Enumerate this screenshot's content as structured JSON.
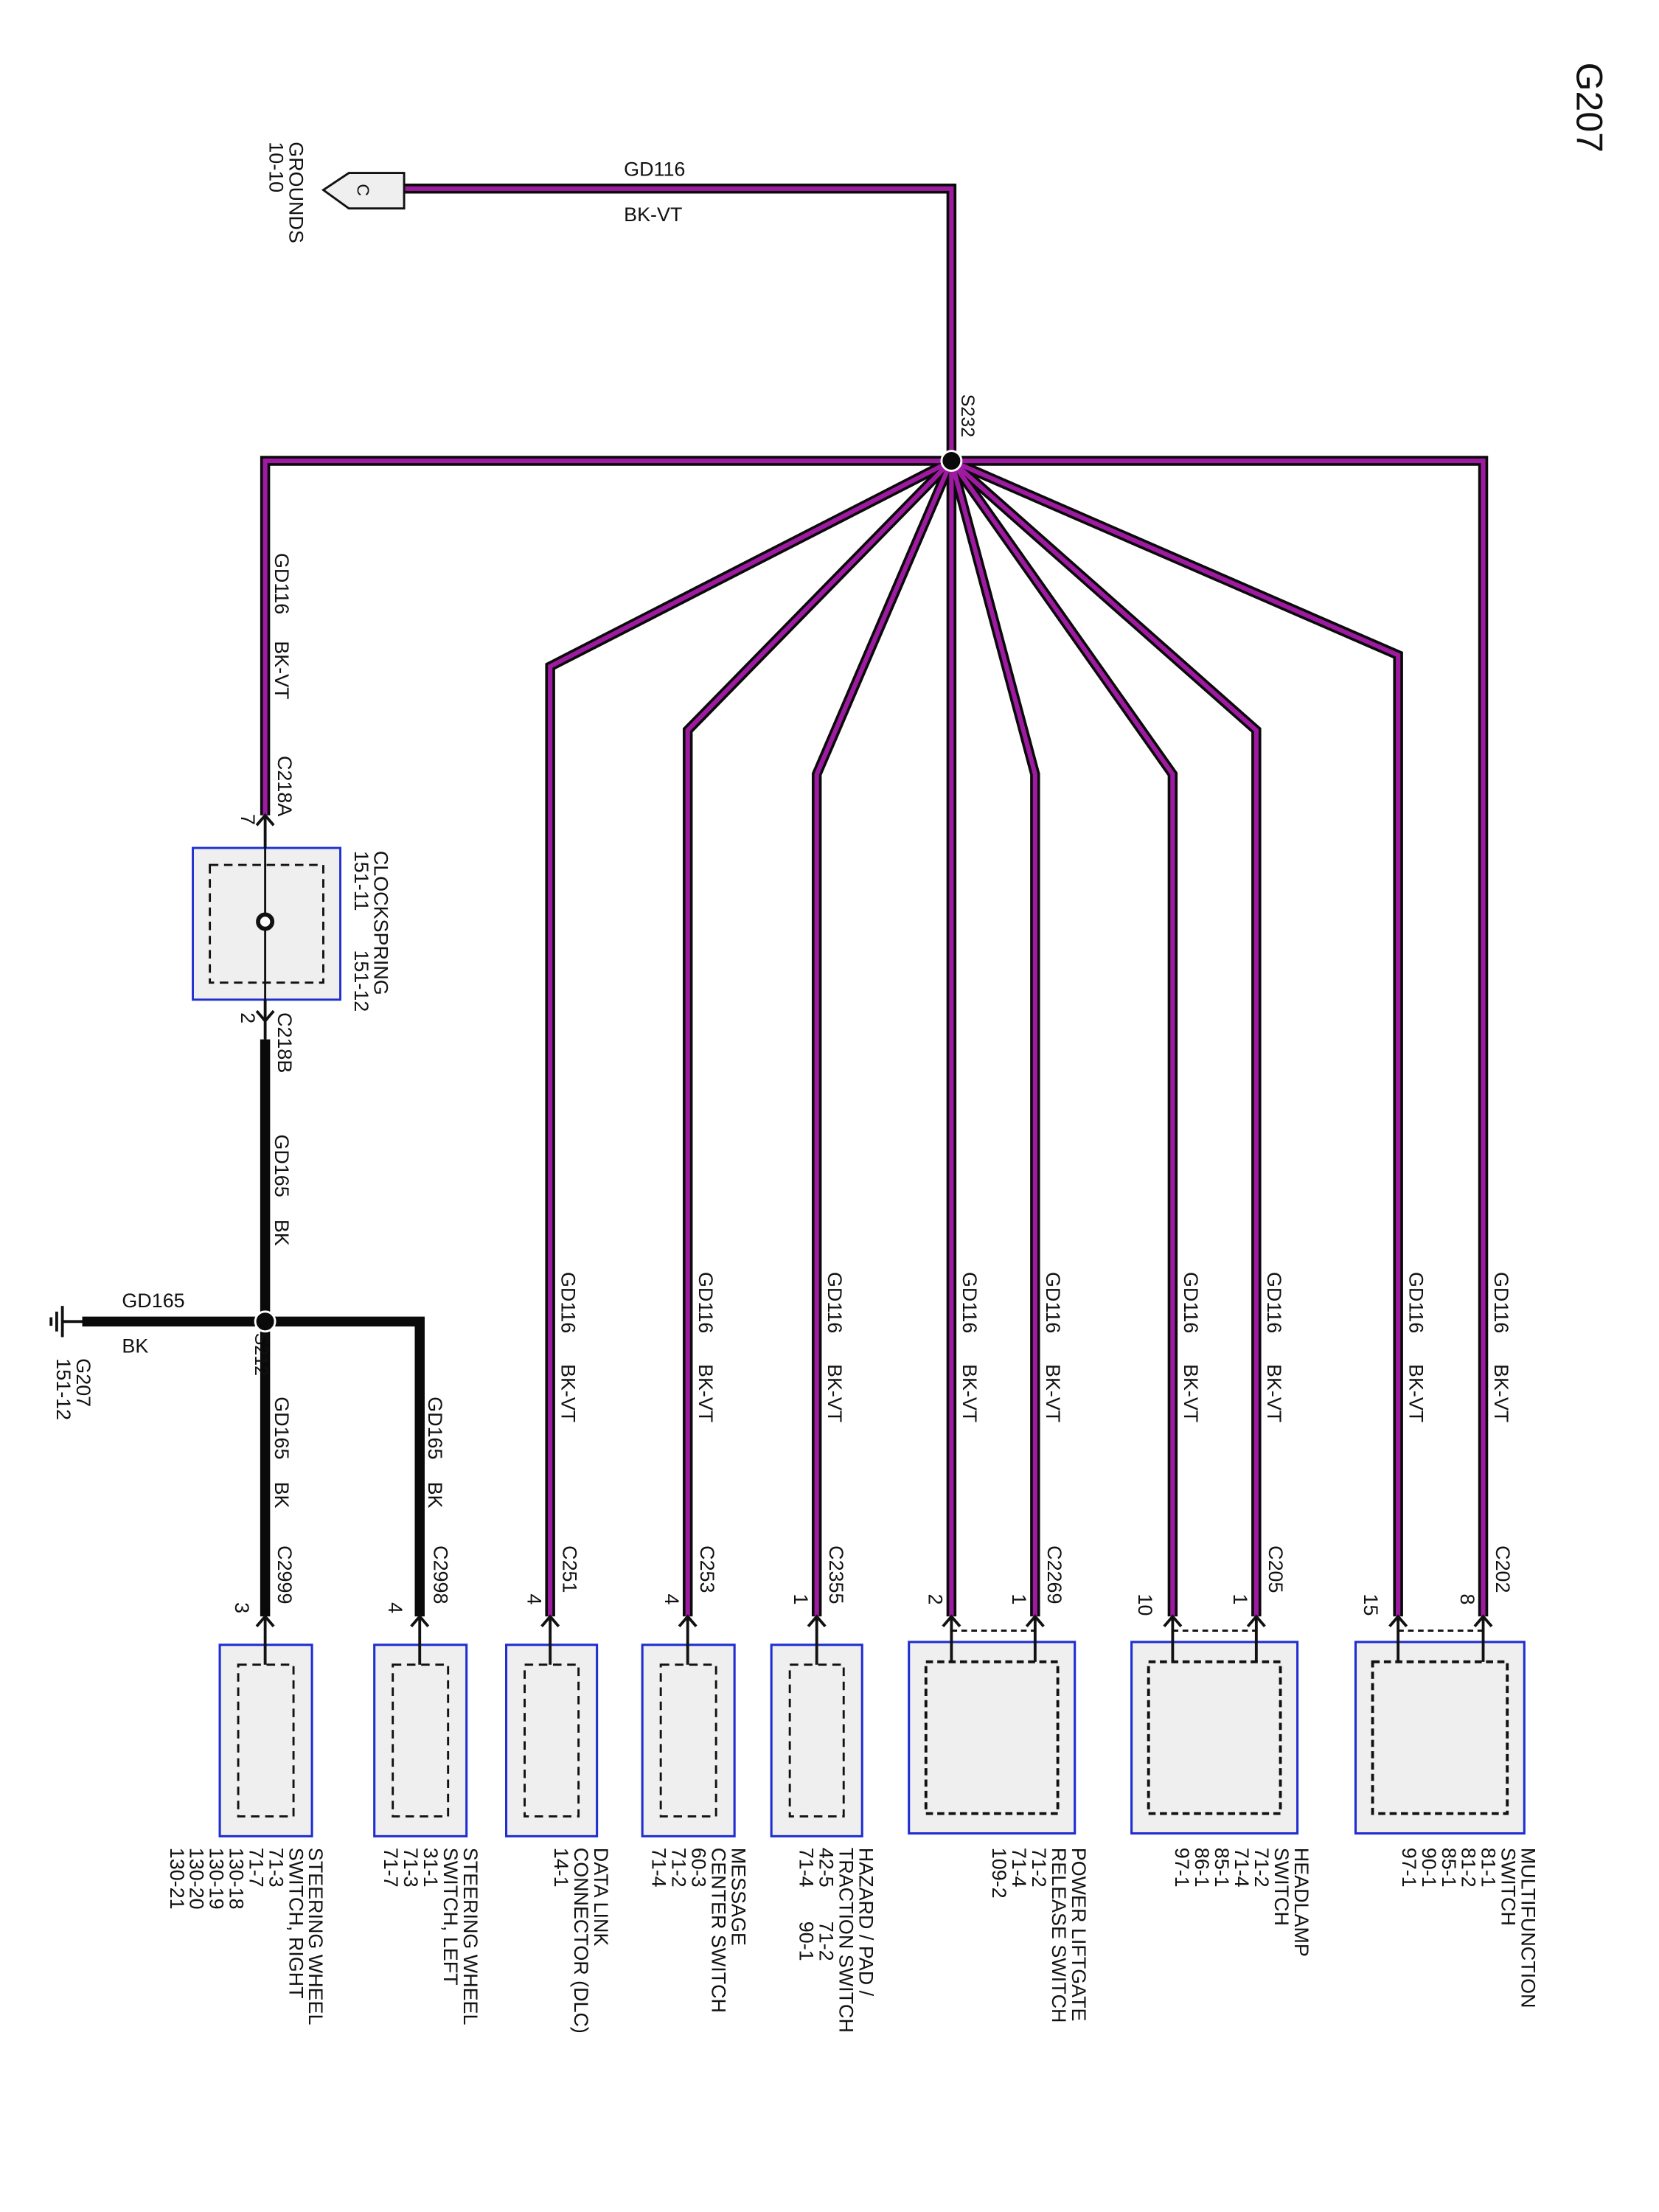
{
  "page_id": "G207",
  "colors": {
    "wire_violet": "#9e1aa0",
    "wire_black": "#0a0a0a",
    "component_border": "#1f2ed0",
    "component_fill": "#efefef"
  },
  "ground_source": {
    "connector_letter": "C",
    "label": "GROUNDS",
    "ref": "10-10",
    "icon": "connector-pointer-icon"
  },
  "top_wire": {
    "circuit": "GD116",
    "color": "BK-VT"
  },
  "splice_s232": {
    "label": "S232"
  },
  "clockspring_wire": {
    "circuit": "GD116",
    "color": "BK-VT"
  },
  "clockspring": {
    "connector_top": "C218A",
    "pin_top": "7",
    "connector_bottom": "C218B",
    "pin_bottom": "2",
    "name": "CLOCKSPRING",
    "ref_1": "151-11",
    "ref_2": "151-12"
  },
  "gd165_upper": {
    "circuit": "GD165",
    "color": "BK"
  },
  "ground_g207": {
    "circuit": "GD165",
    "color": "BK",
    "name": "G207",
    "ref": "151-12",
    "icon": "ground-icon"
  },
  "splice_s212": {
    "label": "S212"
  },
  "sw_right_wire": {
    "circuit": "GD165",
    "color": "BK",
    "connector": "C2999",
    "pin": "3"
  },
  "sw_left_wire": {
    "circuit": "GD165",
    "color": "BK",
    "connector": "C2998",
    "pin": "4"
  },
  "components": [
    {
      "name_1": "STEERING WHEEL",
      "name_2": "SWITCH, RIGHT",
      "refs": [
        "71-3",
        "71-7",
        "130-18",
        "130-19",
        "130-20",
        "130-21"
      ]
    },
    {
      "name_1": "STEERING WHEEL",
      "name_2": "SWITCH, LEFT",
      "refs": [
        "31-1",
        "71-3",
        "71-7"
      ]
    },
    {
      "name_1": "DATA LINK",
      "name_2": "CONNECTOR (DLC)",
      "refs": [
        "14-1"
      ]
    },
    {
      "name_1": "MESSAGE",
      "name_2": "CENTER SWITCH",
      "refs": [
        "60-3",
        "71-2",
        "71-4"
      ]
    },
    {
      "name_1": "HAZARD / PAD /",
      "name_2": "TRACTION SWITCH",
      "refs": [
        "42-5",
        "71-4"
      ],
      "refs_b": [
        "71-2",
        "90-1"
      ]
    },
    {
      "name_1": "POWER LIFTGATE",
      "name_2": "RELEASE SWITCH",
      "refs": [
        "71-2",
        "71-4",
        "109-2"
      ]
    },
    {
      "name_1": "HEADLAMP",
      "name_2": "SWITCH",
      "refs": [
        "71-2",
        "71-4",
        "85-1",
        "86-1",
        "97-1"
      ]
    },
    {
      "name_1": "MULTIFUNCTION",
      "name_2": "SWITCH",
      "refs": [
        "81-1",
        "81-2",
        "85-1",
        "90-1",
        "97-1"
      ]
    }
  ],
  "branches": [
    {
      "circuit": "GD116",
      "color": "BK-VT",
      "connector": "C251",
      "pin": "4"
    },
    {
      "circuit": "GD116",
      "color": "BK-VT",
      "connector": "C253",
      "pin": "4"
    },
    {
      "circuit": "GD116",
      "color": "BK-VT",
      "connector": "C2355",
      "pin": "1"
    },
    {
      "circuit": "GD116",
      "color": "BK-VT",
      "pin": "2"
    },
    {
      "circuit": "GD116",
      "color": "BK-VT",
      "connector": "C2269",
      "pin": "1"
    },
    {
      "circuit": "GD116",
      "color": "BK-VT",
      "pin": "10"
    },
    {
      "circuit": "GD116",
      "color": "BK-VT",
      "connector": "C205",
      "pin": "1"
    },
    {
      "circuit": "GD116",
      "color": "BK-VT",
      "pin": "15"
    },
    {
      "circuit": "GD116",
      "color": "BK-VT",
      "connector": "C202",
      "pin": "8"
    }
  ]
}
